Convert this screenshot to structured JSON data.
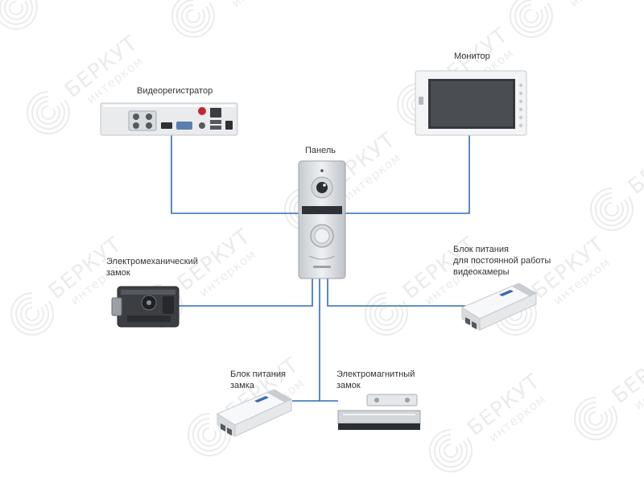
{
  "colors": {
    "wire": "#2f6db5",
    "device_light": "#eef0f2",
    "device_dark": "#3a3d42",
    "background": "#ffffff",
    "watermark": "#dcdcdc"
  },
  "watermark": {
    "line1": "БЕРКУТ",
    "line2": "интерком"
  },
  "devices": {
    "recorder": {
      "label": "Видеорегистратор"
    },
    "monitor": {
      "label": "Монитор"
    },
    "panel": {
      "label": "Панель"
    },
    "electromech_lock": {
      "label_line1": "Электромеханический",
      "label_line2": "замок"
    },
    "camera_psu": {
      "label_line1": "Блок питания",
      "label_line2": "для постоянной работы",
      "label_line3": "видеокамеры"
    },
    "lock_psu": {
      "label_line1": "Блок питания",
      "label_line2": "замка"
    },
    "electromag_lock": {
      "label_line1": "Электромагнитный",
      "label_line2": "замок"
    }
  }
}
